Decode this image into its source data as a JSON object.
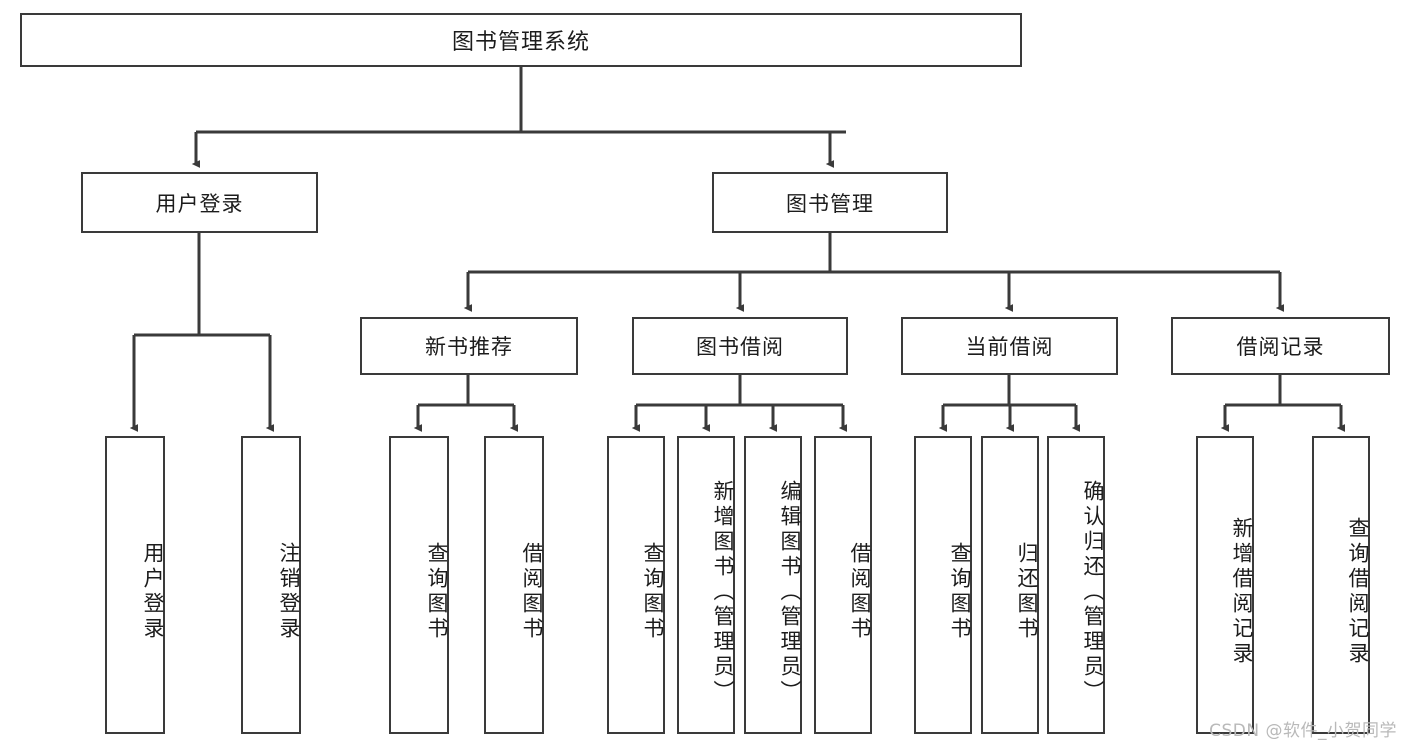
{
  "diagram": {
    "title": "图书管理系统",
    "type": "hierarchy-tree",
    "root": {
      "label": "图书管理系统"
    },
    "level1": [
      {
        "label": "用户登录"
      },
      {
        "label": "图书管理"
      }
    ],
    "level2": [
      {
        "label": "新书推荐",
        "parent": "图书管理"
      },
      {
        "label": "图书借阅",
        "parent": "图书管理"
      },
      {
        "label": "当前借阅",
        "parent": "图书管理"
      },
      {
        "label": "借阅记录",
        "parent": "图书管理"
      }
    ],
    "leaves": {
      "用户登录": [
        {
          "label": "用户登录"
        },
        {
          "label": "注销登录"
        }
      ],
      "新书推荐": [
        {
          "label": "查询图书"
        },
        {
          "label": "借阅图书"
        }
      ],
      "图书借阅": [
        {
          "label": "查询图书"
        },
        {
          "label": "新增图书（管理员）"
        },
        {
          "label": "编辑图书（管理员）"
        },
        {
          "label": "借阅图书"
        }
      ],
      "当前借阅": [
        {
          "label": "查询图书"
        },
        {
          "label": "归还图书"
        },
        {
          "label": "确认归还（管理员）"
        }
      ],
      "借阅记录": [
        {
          "label": "新增借阅记录"
        },
        {
          "label": "查询借阅记录"
        }
      ]
    }
  },
  "watermark": "CSDN @软件_小贺同学",
  "colors": {
    "stroke": "#3a3a3a",
    "text": "#1c1c1c",
    "background": "#ffffff",
    "watermark": "#b9b9b9"
  }
}
